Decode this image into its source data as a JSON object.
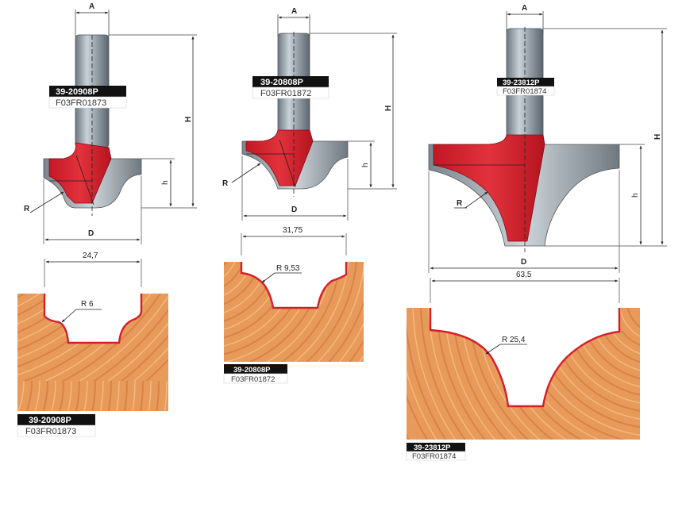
{
  "colors": {
    "tool_red": "#d41f2b",
    "steel": "#8e9aa4",
    "wood": "#e89a5a",
    "label_bg": "#111111",
    "profile_line": "#d41f2b"
  },
  "tool1": {
    "code": "39-20908P",
    "ref": "F03FR01873",
    "dims": {
      "a": "A",
      "h_total": "H",
      "h": "h",
      "r": "R",
      "d": "D"
    }
  },
  "tool2": {
    "code": "39-20808P",
    "ref": "F03FR01872",
    "dims": {
      "a": "A",
      "h_total": "H",
      "h": "h",
      "r": "R",
      "d": "D"
    }
  },
  "tool3": {
    "code": "39-23812P",
    "ref": "F03FR01874",
    "dims": {
      "a": "A",
      "h_total": "H",
      "h": "h",
      "r": "R",
      "d": "D"
    }
  },
  "profile1": {
    "width": "24,7",
    "radius": "R 6",
    "code": "39-20908P",
    "ref": "F03FR01873"
  },
  "profile2": {
    "width": "31,75",
    "radius": "R 9,53",
    "code": "39-20808P",
    "ref": "F03FR01872"
  },
  "profile3": {
    "width": "63,5",
    "radius": "R 25,4",
    "code": "39-23812P",
    "ref": "F03FR01874"
  }
}
